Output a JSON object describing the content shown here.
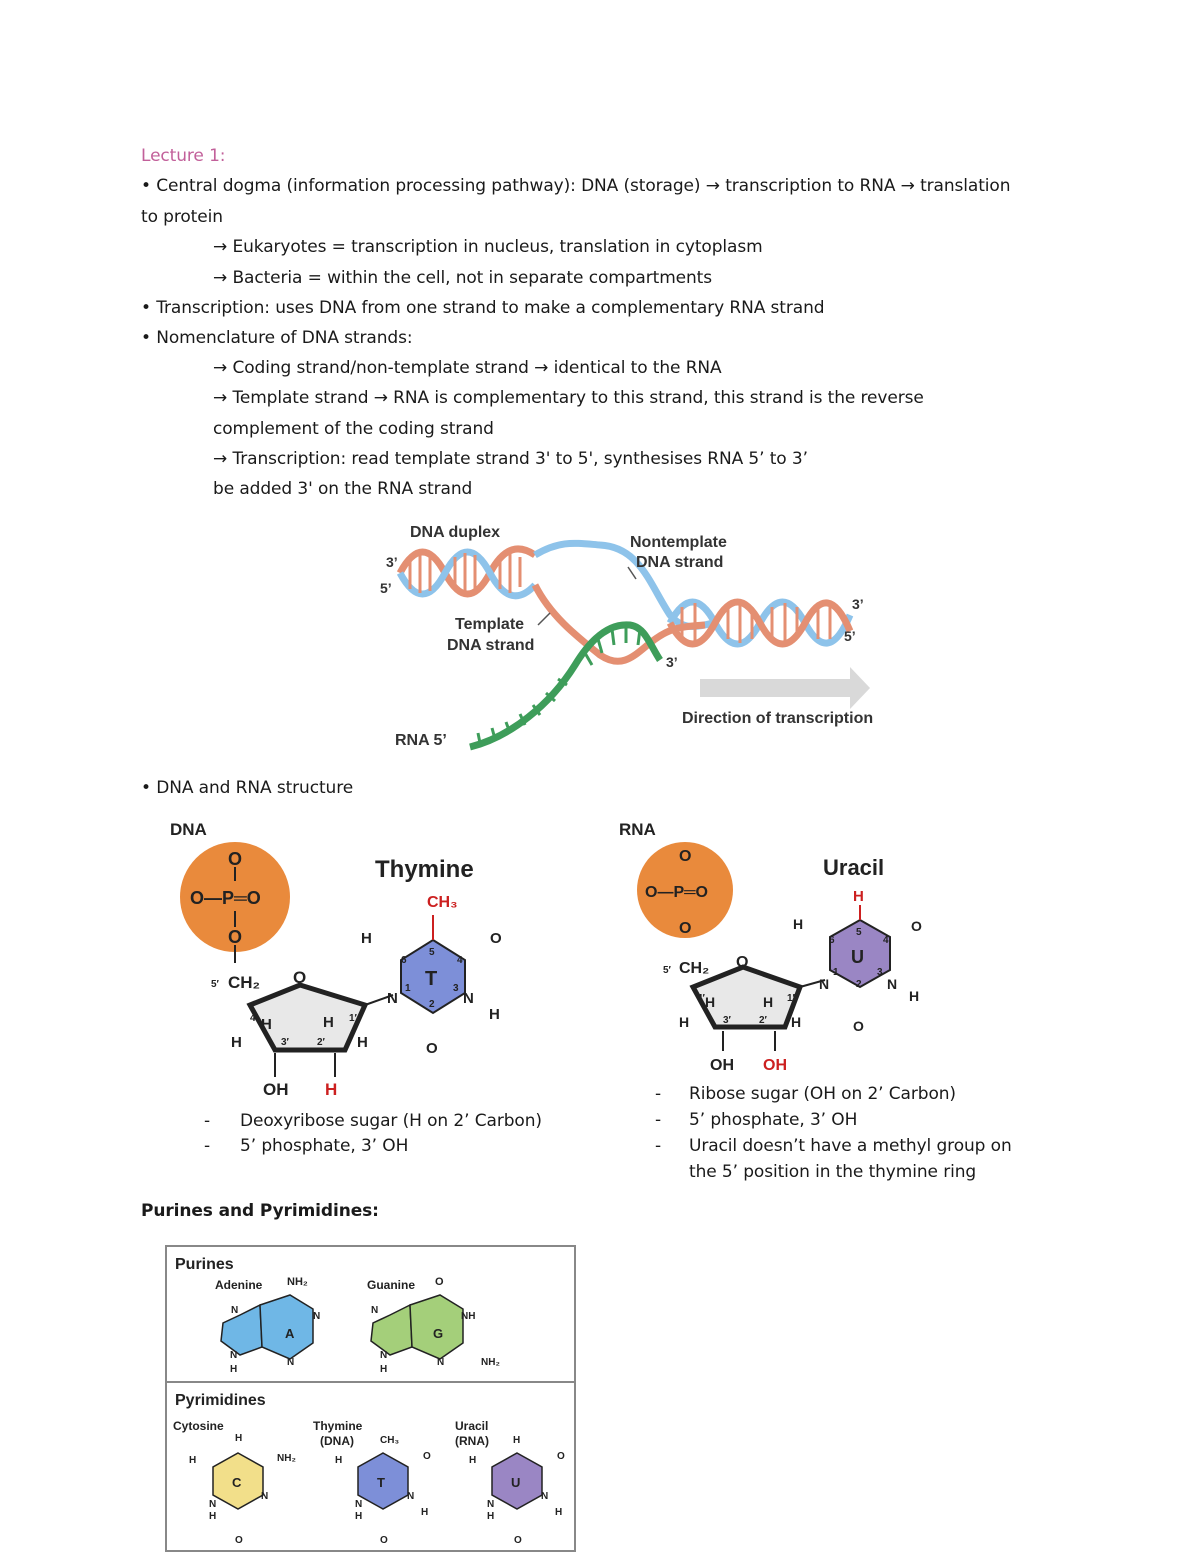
{
  "lecture": {
    "heading": "Lecture 1:",
    "lines": [
      "• Central dogma (information processing pathway): DNA (storage) → transcription to RNA → translation",
      "to protein",
      "→ Eukaryotes = transcription in nucleus, translation in cytoplasm",
      "→ Bacteria = within the cell, not in separate compartments",
      "• Transcription: uses DNA from one strand to make a complementary RNA strand",
      "• Nomenclature of DNA strands:",
      "→ Coding strand/non-template strand →  identical to the RNA",
      "→ Template strand → RNA is complementary to this strand, this strand is the reverse",
      "complement of the coding strand",
      "→ Transcription: read template strand 3' to 5', synthesises RNA 5’ to 3’",
      "be added 3' on the RNA strand"
    ]
  },
  "transcription_figure": {
    "dna_duplex": "DNA duplex",
    "nontemplate_line1": "Nontemplate",
    "nontemplate_line2": "DNA strand",
    "template_line1": "Template",
    "template_line2": "DNA strand",
    "direction": "Direction of transcription",
    "rna5": "RNA  5’",
    "end_3_left": "3’",
    "end_5_left": "5’",
    "end_3_right": "3’",
    "end_5_right": "5’",
    "end_3_mid": "3’"
  },
  "structure_bullet": "• DNA and RNA structure",
  "dna": {
    "label": "DNA",
    "base_name": "Thymine",
    "base_letter": "T",
    "methyl": "CH₃",
    "oh": "OH",
    "h_red": "H",
    "notes": [
      "Deoxyribose sugar (H on 2’ Carbon)",
      "5’ phosphate, 3’ OH"
    ]
  },
  "rna": {
    "label": "RNA",
    "base_name": "Uracil",
    "base_letter": "U",
    "h_red": "H",
    "oh": "OH",
    "oh_red": "OH",
    "notes": [
      "Ribose sugar (OH on 2’ Carbon)",
      "5’ phosphate, 3’ OH",
      "Uracil doesn’t have a methyl group on",
      "the 5’ position in the thymine ring"
    ]
  },
  "bases_heading": "Purines and Pyrimidines:",
  "bases_table": {
    "purines_title": "Purines",
    "pyrimidines_title": "Pyrimidines",
    "adenine": "Adenine",
    "guanine": "Guanine",
    "cytosine": "Cytosine",
    "thymine_line1": "Thymine",
    "thymine_line2": "(DNA)",
    "uracil_line1": "Uracil",
    "uracil_line2": "(RNA)",
    "letters": {
      "A": "A",
      "G": "G",
      "C": "C",
      "T": "T",
      "U": "U"
    }
  },
  "colors": {
    "heading": "#c2609a",
    "phosphate": "#e98a3c",
    "thymine": "#7d8fd8",
    "uracil": "#9a86c4",
    "adenine": "#6fb7e6",
    "guanine": "#a4cf7a",
    "cytosine": "#f2df8a",
    "rna_strand": "#3e9d5a",
    "template_strand": "#e48f72",
    "nontemplate_strand": "#8ec3ea"
  }
}
